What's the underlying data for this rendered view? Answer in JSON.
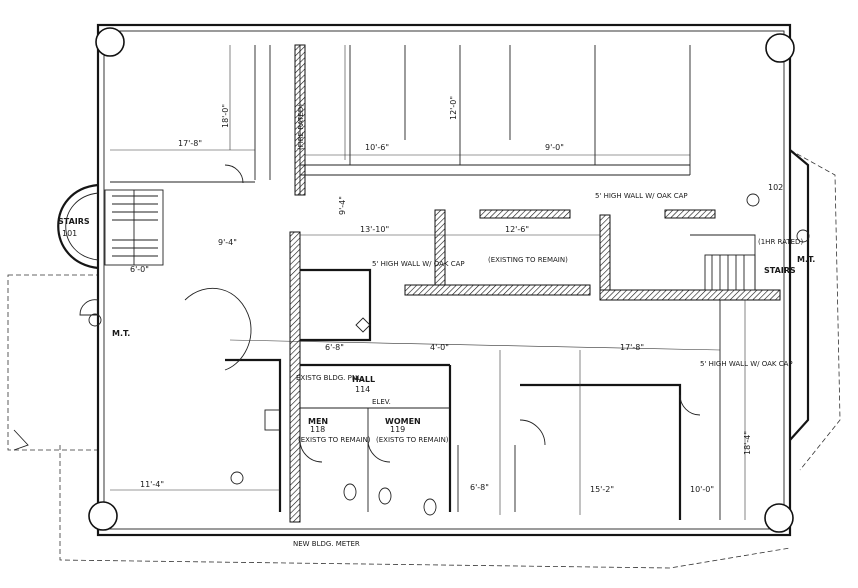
{
  "rooms": {
    "stairs_left": "STAIRS",
    "stairs_left_num": "101",
    "stairs_right": "STAIRS",
    "stairs_right_num": "102",
    "mt_left": "M.T.",
    "mt_right": "M.T.",
    "hall": "HALL",
    "hall_num": "114",
    "men": "MEN",
    "men_num": "118",
    "women": "WOMEN",
    "women_num": "119",
    "elev": "ELEV."
  },
  "notes": {
    "high_wall_1": "5' HIGH WALL W/ OAK CAP",
    "high_wall_2": "5' HIGH WALL W/ OAK CAP",
    "high_wall_3": "5' HIGH WALL W/ OAK CAP",
    "existing_remain": "(EXISTING TO REMAIN)",
    "men_remain": "(EXISTG TO REMAIN)",
    "women_remain": "(EXISTG TO REMAIN)",
    "fire_rated": "(FIRE RATED)",
    "fire_rated_2": "(1HR RATED)",
    "existg_bldg": "EXISTG BLDG. PNL.",
    "new_meter": "NEW BLDG. METER"
  },
  "dims": {
    "d_17_8": "17'-8\"",
    "d_18_0": "18'-0\"",
    "d_10_6": "10'-6\"",
    "d_12_0": "12'-0\"",
    "d_9_0": "9'-0\"",
    "d_9_4": "9'-4\"",
    "d_13_10": "13'-10\"",
    "d_12_6": "12'-6\"",
    "d_6_8": "6'-8\"",
    "d_17_8b": "17'-8\"",
    "d_18_4": "18'-4\"",
    "d_15_2": "15'-2\"",
    "d_10_0": "10'-0\"",
    "d_11_4": "11'-4\"",
    "d_6_0": "6'-0\"",
    "d_9_4b": "9'-4\"",
    "d_4_0": "4'-0\"",
    "d_6_8b": "6'-8\""
  }
}
